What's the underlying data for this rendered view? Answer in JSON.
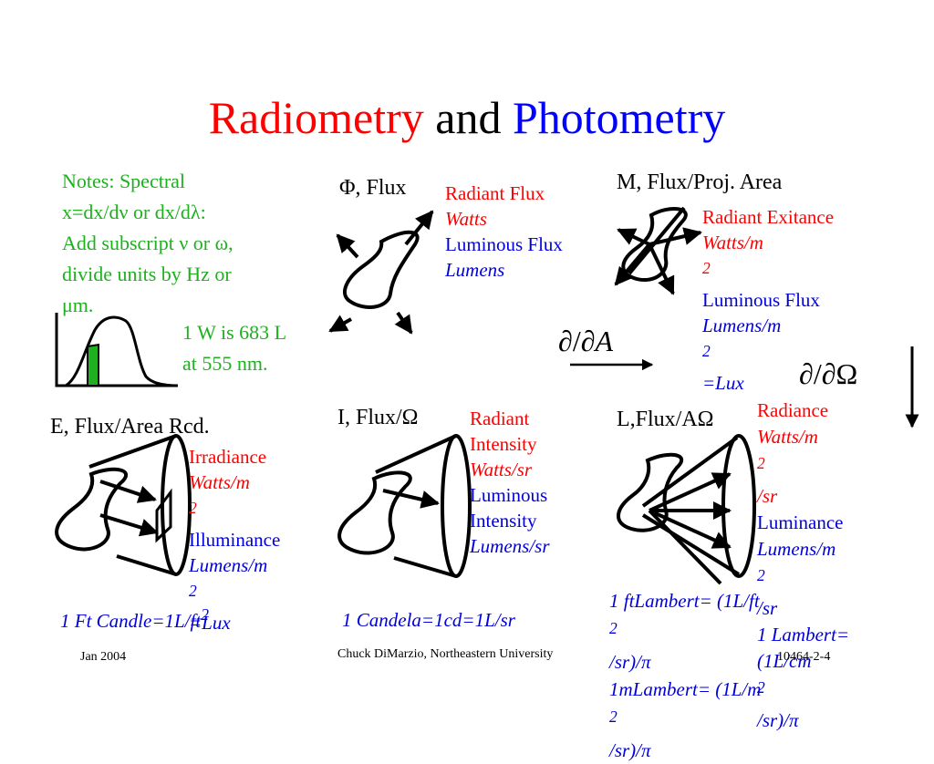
{
  "title": {
    "part1": "Radiometry",
    "part2": " and ",
    "part3": "Photometry",
    "color1": "#ff0000",
    "color3": "#0000ff"
  },
  "notes": {
    "line1": "Notes: Spectral",
    "line2": "x=dx/dν or dx/dλ:",
    "line3": "Add subscript ν or ω,",
    "line4": "divide units by Hz or",
    "line5": "μm."
  },
  "w_to_l": {
    "line1": "1 W is 683 L",
    "line2": "at 555 nm."
  },
  "flux": {
    "heading": "Φ, Flux",
    "radiant_name": "Radiant Flux",
    "radiant_unit": "Watts",
    "luminous_name": "Luminous Flux",
    "luminous_unit": "Lumens"
  },
  "exitance": {
    "heading": "M, Flux/Proj. Area",
    "radiant_name": "Radiant Exitance",
    "radiant_unit": "Watts/m",
    "radiant_sup": "2",
    "luminous_name": "Luminous Flux",
    "luminous_unit_a": "Lumens/m",
    "luminous_sup": "2",
    "luminous_unit_b": "=Lux"
  },
  "deriv_area": {
    "num": "∂",
    "slash": "/",
    "den": "∂A"
  },
  "deriv_omega": {
    "num": "∂",
    "slash": "/",
    "den": "∂Ω"
  },
  "irradiance": {
    "heading": "E, Flux/Area Rcd.",
    "radiant_name": "Irradiance",
    "radiant_unit": "Watts/m",
    "radiant_sup": "2",
    "luminous_name": "Illuminance",
    "luminous_unit": "Lumens/m",
    "luminous_sup": "2",
    "luminous_unit_b": "=Lux",
    "note_a": "1 Ft Candle=1L/ft",
    "note_sup": "2"
  },
  "intensity": {
    "heading": "I, Flux/Ω",
    "radiant_l1": "Radiant",
    "radiant_l2": "Intensity",
    "radiant_unit": "Watts/sr",
    "luminous_l1": "Luminous",
    "luminous_l2": "Intensity",
    "luminous_unit": "Lumens/sr",
    "note": "1 Candela=1cd=1L/sr"
  },
  "radiance": {
    "heading": "L,Flux/AΩ",
    "radiant_name": "Radiance",
    "radiant_unit_a": "Watts/m",
    "radiant_sup": "2",
    "radiant_unit_b": "/sr",
    "luminous_name": "Luminance",
    "luminous_unit_a": "Lumens/m",
    "luminous_sup": "2",
    "luminous_unit_b": "/sr",
    "lambert_l1": "1 Lambert=",
    "lambert_l2a": "(1L/cm",
    "lambert_l2sup": "2",
    "lambert_l2b": "/sr)/π",
    "ft_a": "1 ftLambert= (1L/ft",
    "ft_sup": "2",
    "ft_b": "/sr)/π",
    "m_a": "1mLambert= (1L/m",
    "m_sup": "2",
    "m_b": "/sr)/π"
  },
  "footer": {
    "date": "Jan 2004",
    "author": "Chuck DiMarzio, Northeastern University",
    "page": "10464-2-4"
  }
}
